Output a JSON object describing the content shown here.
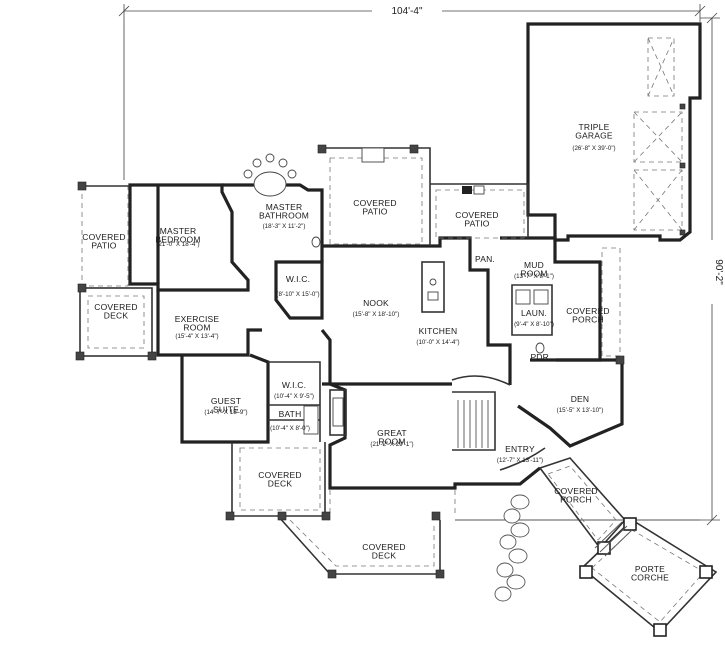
{
  "dimensions": {
    "overall_width": "104'-4\"",
    "overall_depth": "90'-2\""
  },
  "rooms": {
    "triple_garage": {
      "name": "TRIPLE GARAGE",
      "size": "(26'-8\" X 39'-0\")"
    },
    "master_bathroom": {
      "name": "MASTER BATHROOM",
      "size": "(18'-3\" X 11'-2\")"
    },
    "covered_patio_left": {
      "name": "COVERED PATIO",
      "size": ""
    },
    "master_bedroom": {
      "name": "MASTER BEDROOM",
      "size": "(21'-0\" X 18'-4\")"
    },
    "covered_patio_center": {
      "name": "COVERED PATIO",
      "size": ""
    },
    "covered_patio_right": {
      "name": "COVERED PATIO",
      "size": ""
    },
    "pan": {
      "name": "PAN.",
      "size": ""
    },
    "mud_room": {
      "name": "MUD ROOM",
      "size": "(13'-7\" X 8'-1\")"
    },
    "covered_deck_left": {
      "name": "COVERED DECK",
      "size": ""
    },
    "wic_master": {
      "name": "W.I.C.",
      "size": "(8'-10\" X 15'-0\")"
    },
    "nook": {
      "name": "NOOK",
      "size": "(15'-8\" X 18'-10\")"
    },
    "exercise_room": {
      "name": "EXERCISE ROOM",
      "size": "(15'-4\" X 13'-4\")"
    },
    "laundry": {
      "name": "LAUN.",
      "size": "(9'-4\" X 8'-10\")"
    },
    "covered_porch_right": {
      "name": "COVERED PORCH",
      "size": ""
    },
    "kitchen": {
      "name": "KITCHEN",
      "size": "(10'-0\" X 14'-4\")"
    },
    "powder": {
      "name": "PDR.",
      "size": ""
    },
    "wic_guest": {
      "name": "W.I.C.",
      "size": "(10'-4\" X 9'-5\")"
    },
    "guest_suite": {
      "name": "GUEST SUITE",
      "size": "(14'-7\" X 18'-9\")"
    },
    "den": {
      "name": "DEN",
      "size": "(15'-5\" X 13'-10\")"
    },
    "bath_guest": {
      "name": "BATH",
      "size": "(10'-4\" X 8'-0\")"
    },
    "great_room": {
      "name": "GREAT ROOM",
      "size": "(21'-2\" X 29'-1\")"
    },
    "entry": {
      "name": "ENTRY",
      "size": "(12'-7\" X 13'-11\")"
    },
    "covered_deck_center": {
      "name": "COVERED DECK",
      "size": ""
    },
    "covered_porch_front": {
      "name": "COVERED PORCH",
      "size": ""
    },
    "covered_deck_bottom": {
      "name": "COVERED DECK",
      "size": ""
    },
    "porte_corche": {
      "name": "PORTE CORCHE",
      "size": ""
    }
  }
}
